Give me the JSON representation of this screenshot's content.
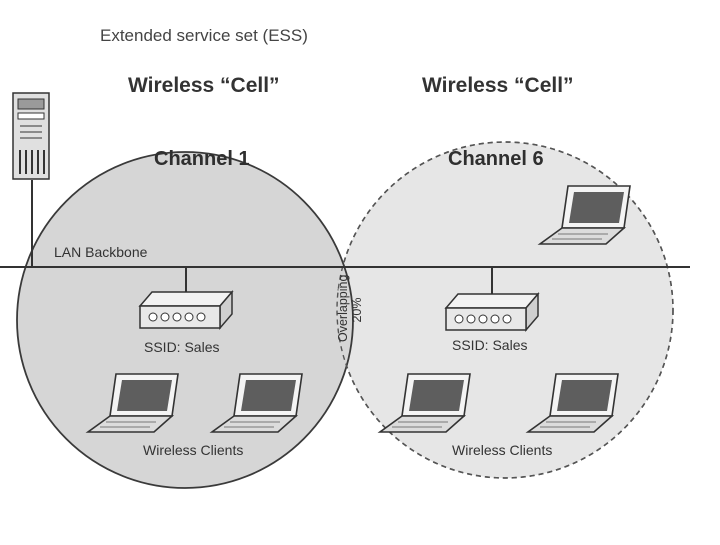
{
  "diagram": {
    "title": "Extended service set (ESS)",
    "backbone_label": "LAN Backbone",
    "overlap_label": "Overlapping",
    "overlap_value": "20%",
    "cells": [
      {
        "heading": "Wireless “Cell”",
        "channel": "Channel 1",
        "ssid": "SSID: Sales",
        "clients_label": "Wireless Clients",
        "border": "solid"
      },
      {
        "heading": "Wireless “Cell”",
        "channel": "Channel 6",
        "ssid": "SSID: Sales",
        "clients_label": "Wireless Clients",
        "border": "dashed"
      }
    ],
    "colors": {
      "cell_fill": "#d6d6d6",
      "cell2_fill": "#e6e6e6",
      "line": "#3a3a3a",
      "device_body": "#ececec",
      "screen": "#5a5a5a"
    }
  }
}
